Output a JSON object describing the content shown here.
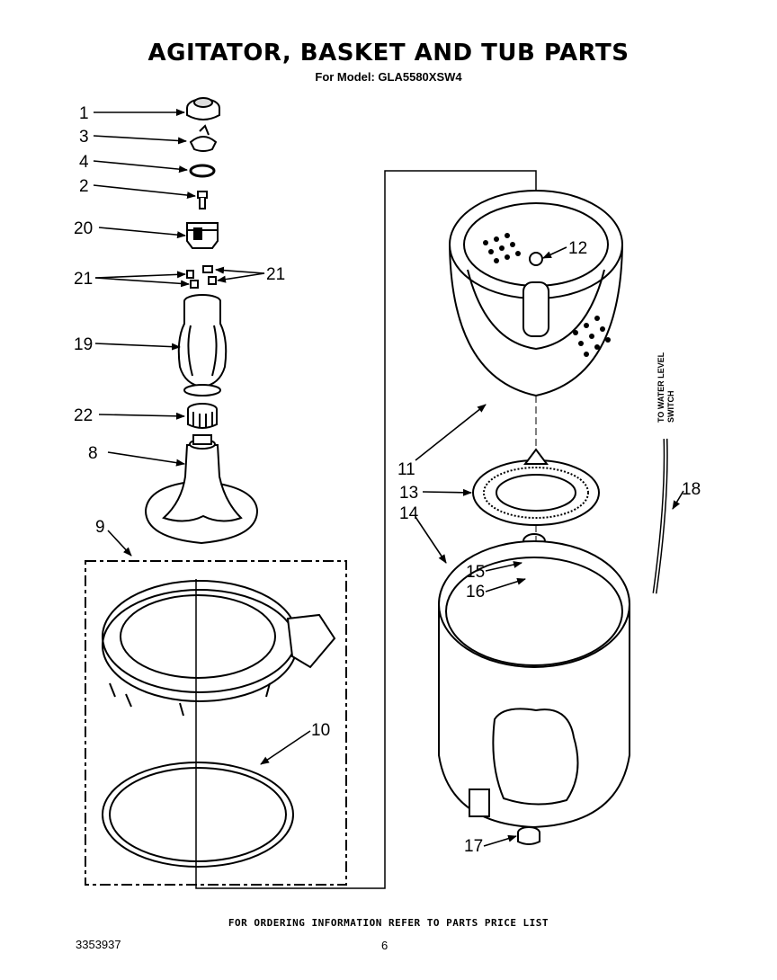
{
  "header": {
    "title": "AGITATOR, BASKET AND TUB PARTS",
    "subtitle": "For Model: GLA5580XSW4"
  },
  "callouts": [
    "1",
    "3",
    "4",
    "2",
    "20",
    "21",
    "21",
    "19",
    "22",
    "8",
    "9",
    "10",
    "11",
    "12",
    "13",
    "14",
    "15",
    "16",
    "17",
    "18"
  ],
  "side_note": {
    "line1": "TO WATER LEVEL",
    "line2": "SWITCH"
  },
  "footer": {
    "note": "FOR ORDERING INFORMATION REFER TO PARTS PRICE LIST",
    "doc_number": "3353937",
    "page_number": "6"
  }
}
